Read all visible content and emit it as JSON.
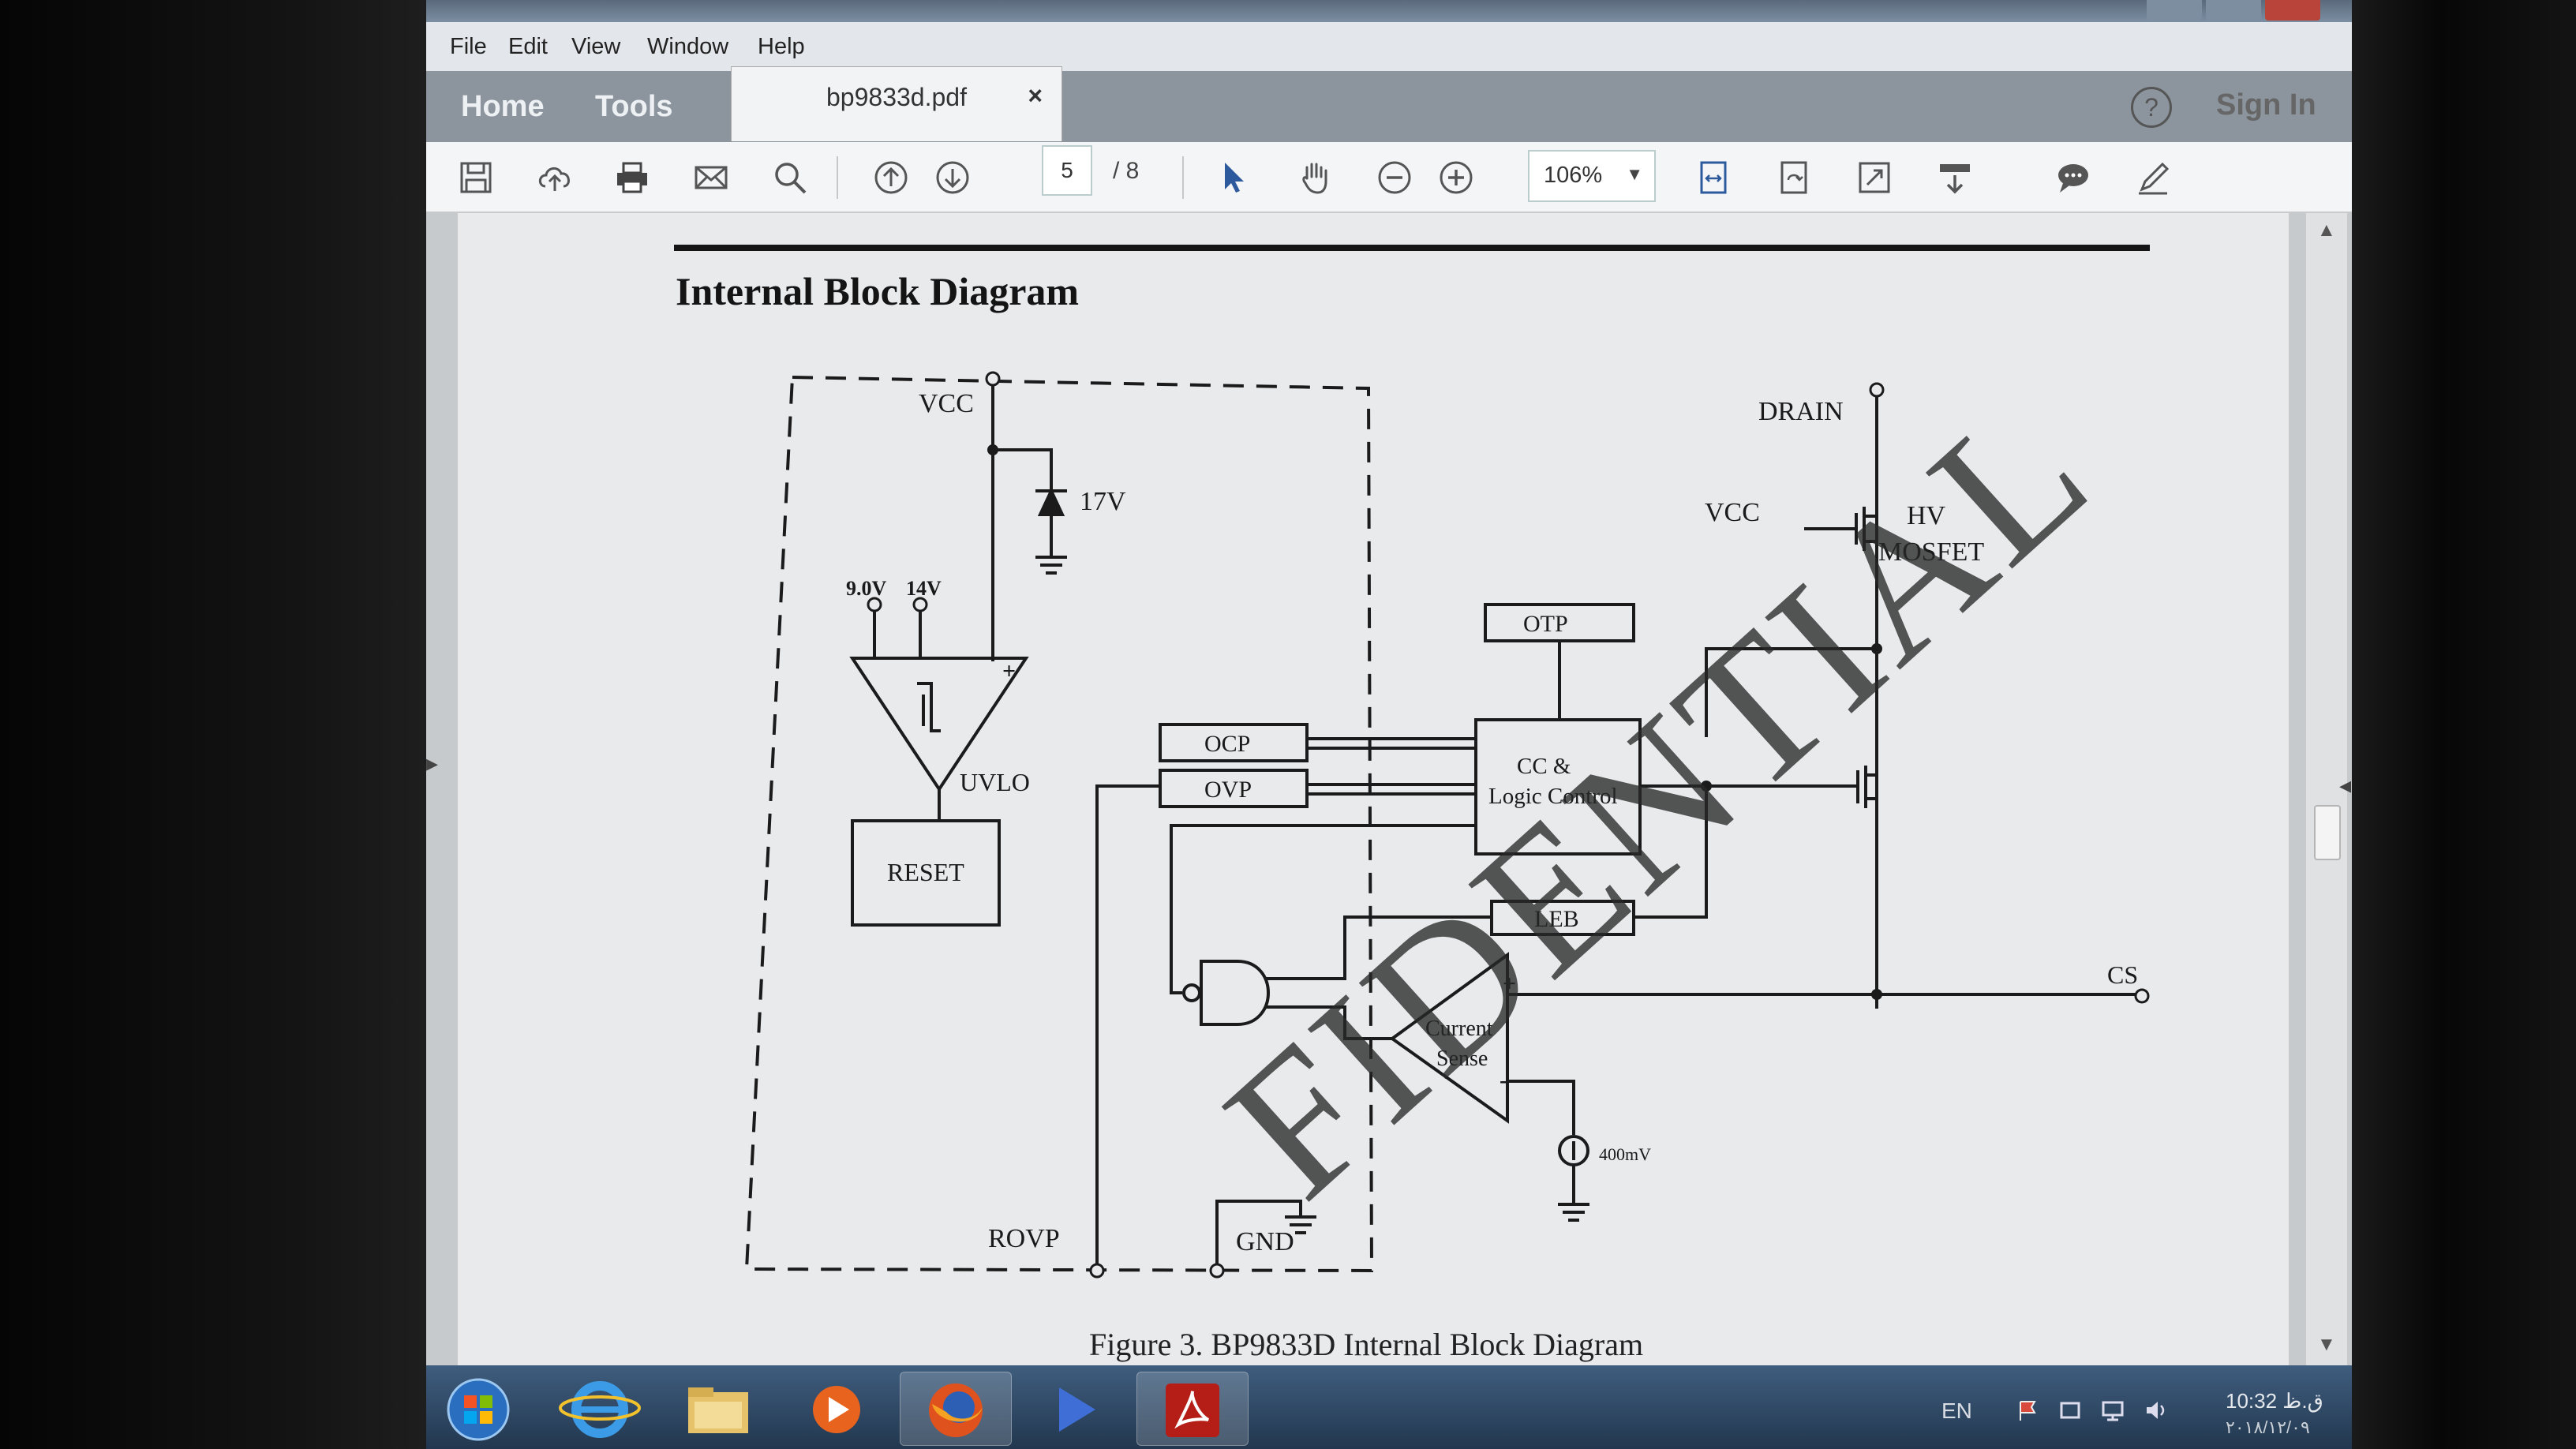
{
  "window": {
    "menu": [
      "File",
      "Edit",
      "View",
      "Window",
      "Help"
    ]
  },
  "tabs": {
    "home": "Home",
    "tools": "Tools",
    "document": "bp9833d.pdf",
    "close_glyph": "×",
    "help_glyph": "?",
    "sign_in": "Sign In"
  },
  "toolbar": {
    "icons": [
      "save-icon",
      "upload-icon",
      "print-icon",
      "email-icon",
      "search-icon",
      "page-up-icon",
      "page-down-icon",
      "select-icon",
      "hand-icon",
      "zoom-out-icon",
      "zoom-in-icon",
      "fit-page-icon",
      "rotate-icon",
      "fullscreen-icon",
      "read-mode-icon",
      "comment-icon",
      "pen-icon"
    ],
    "current_page": "5",
    "total_pages": "/ 8",
    "zoom": "106%"
  },
  "document": {
    "section_title": "Internal Block Diagram",
    "caption": "Figure 3. BP9833D Internal Block Diagram",
    "watermark": "FIDENTIAL",
    "diagram_labels": {
      "vcc_top": "VCC",
      "drain": "DRAIN",
      "zener": "17V",
      "vcc_gate": "VCC",
      "hv_mosfet_1": "HV",
      "hv_mosfet_2": "MOSFET",
      "v9": "9.0V",
      "v14": "14V",
      "plus": "+",
      "uvlo": "UVLO",
      "reset": "RESET",
      "otp": "OTP",
      "ocp": "OCP",
      "ovp": "OVP",
      "cc_logic_1": "CC &",
      "cc_logic_2": "Logic Control",
      "leb": "LEB",
      "cs": "CS",
      "current_sense_1": "Current",
      "current_sense_2": "Sense",
      "minus": "-",
      "ref_400mv": "400mV",
      "rovp": "ROVP",
      "gnd": "GND"
    }
  },
  "taskbar": {
    "apps": [
      "start-orb",
      "internet-explorer",
      "file-explorer",
      "media-player",
      "firefox",
      "media-play",
      "acrobat-reader"
    ],
    "language": "EN",
    "time": "10:32 ق.ظ",
    "date": "۲۰۱۸/۱۲/۰۹"
  },
  "colors": {
    "tabbar": "#8c959e",
    "toolbar": "#f4f5f6",
    "taskbar": "#2c4664",
    "page": "#e9eaec"
  }
}
